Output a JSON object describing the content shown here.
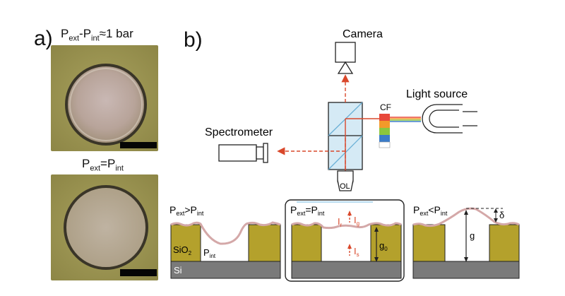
{
  "panel_a": {
    "label": "a)",
    "top_caption": {
      "p": "P",
      "ext": "ext",
      "minus": "-P",
      "int": "int",
      "rest": "≈1 bar"
    },
    "bottom_caption": {
      "p": "P",
      "ext": "ext",
      "eq": "=P",
      "int": "int"
    }
  },
  "panel_b": {
    "label": "b)",
    "camera": "Camera",
    "light_source": "Light source",
    "spectrometer": "Spectrometer",
    "color_filter": "CF",
    "objective": "OL",
    "left_cell": {
      "p": "P",
      "ext": "ext",
      "op": ">P",
      "int": "int",
      "material_top": "SiO",
      "material_top_sub": "2",
      "material_bottom": "Si",
      "pint_p": "P",
      "pint_sub": "int"
    },
    "middle_cell": {
      "p": "P",
      "ext": "ext",
      "op": "=P",
      "int": "int",
      "i_r": "I",
      "i_r_sub": "r",
      "i_g": "I",
      "i_g_sub": "g",
      "i_s": "I",
      "i_s_sub": "s",
      "g0": "g",
      "g0_sub": "0"
    },
    "right_cell": {
      "p": "P",
      "ext": "ext",
      "op": "<P",
      "int": "int",
      "g": "g",
      "delta": "δ"
    }
  },
  "colors": {
    "oxide": "#b4a12c",
    "silicon": "#7a7a7a",
    "membrane": "#d4a8a8",
    "beam": "#d9482b",
    "optics": "#cde6f3",
    "micrograph_bg": "#9a9250"
  }
}
